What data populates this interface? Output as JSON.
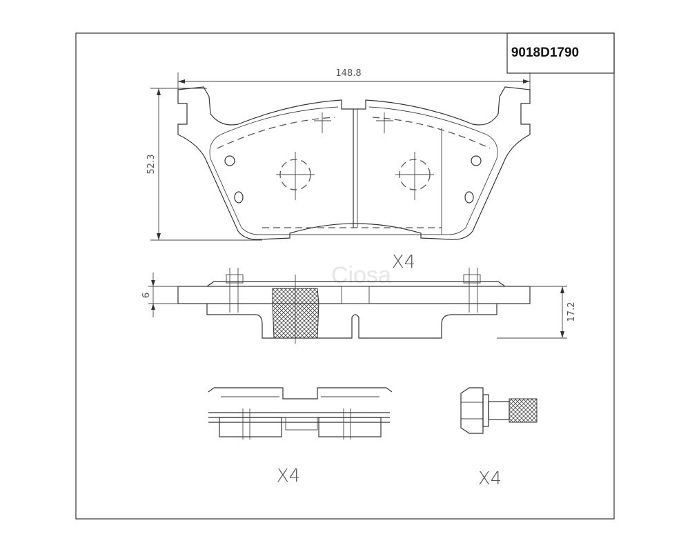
{
  "part_number": "9018D1790",
  "dimensions": {
    "width": "148.8",
    "height": "52.3",
    "backing_plate_thickness": "6",
    "total_thickness": "17.2"
  },
  "quantities": {
    "pads": "X4",
    "clips": "X4",
    "bolts": "X4"
  },
  "watermark": "Ciosa"
}
